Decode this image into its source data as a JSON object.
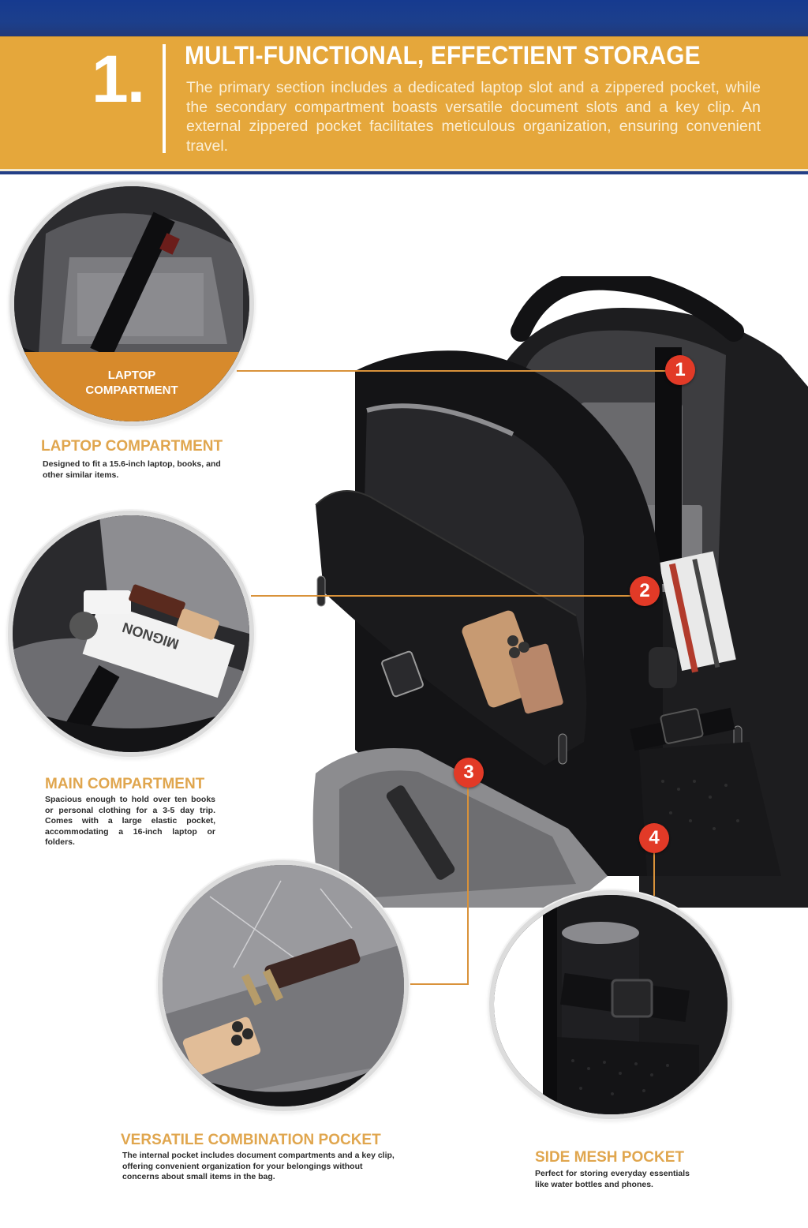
{
  "header": {
    "step_number": "1.",
    "title": "MULTI-FUNCTIONAL, EFFECTIENT STORAGE",
    "description": "The primary section includes a dedicated laptop slot and a zippered pocket, while the secondary compartment boasts versatile document slots and a key clip. An external zippered pocket facilitates meticulous organization, ensuring convenient travel."
  },
  "colors": {
    "top_bar": "#1c3f8c",
    "banner": "#e5a73b",
    "accent_title": "#e0a64e",
    "circle_band": "#d78a2c",
    "marker": "#e23a27",
    "connector": "#d9923a"
  },
  "circles": {
    "laptop": {
      "band_label": "LAPTOP COMPARTMENT"
    },
    "main": {
      "book_label": "MIGNON"
    }
  },
  "sections": [
    {
      "marker": "1",
      "title": "LAPTOP COMPARTMENT",
      "description": "Designed to fit a 15.6-inch laptop, books, and other similar items."
    },
    {
      "marker": "2",
      "title": "MAIN COMPARTMENT",
      "description": "Spacious enough to hold over ten books or personal clothing for a 3-5 day trip. Comes with a large elastic pocket, accommodating a 16-inch laptop or folders."
    },
    {
      "marker": "3",
      "title": "VERSATILE COMBINATION POCKET",
      "description": "The internal pocket includes document compartments and a key clip, offering convenient organization for your belongings without concerns about small items in the bag."
    },
    {
      "marker": "4",
      "title": "SIDE MESH POCKET",
      "description": "Perfect for storing everyday essentials like water bottles and phones."
    }
  ]
}
